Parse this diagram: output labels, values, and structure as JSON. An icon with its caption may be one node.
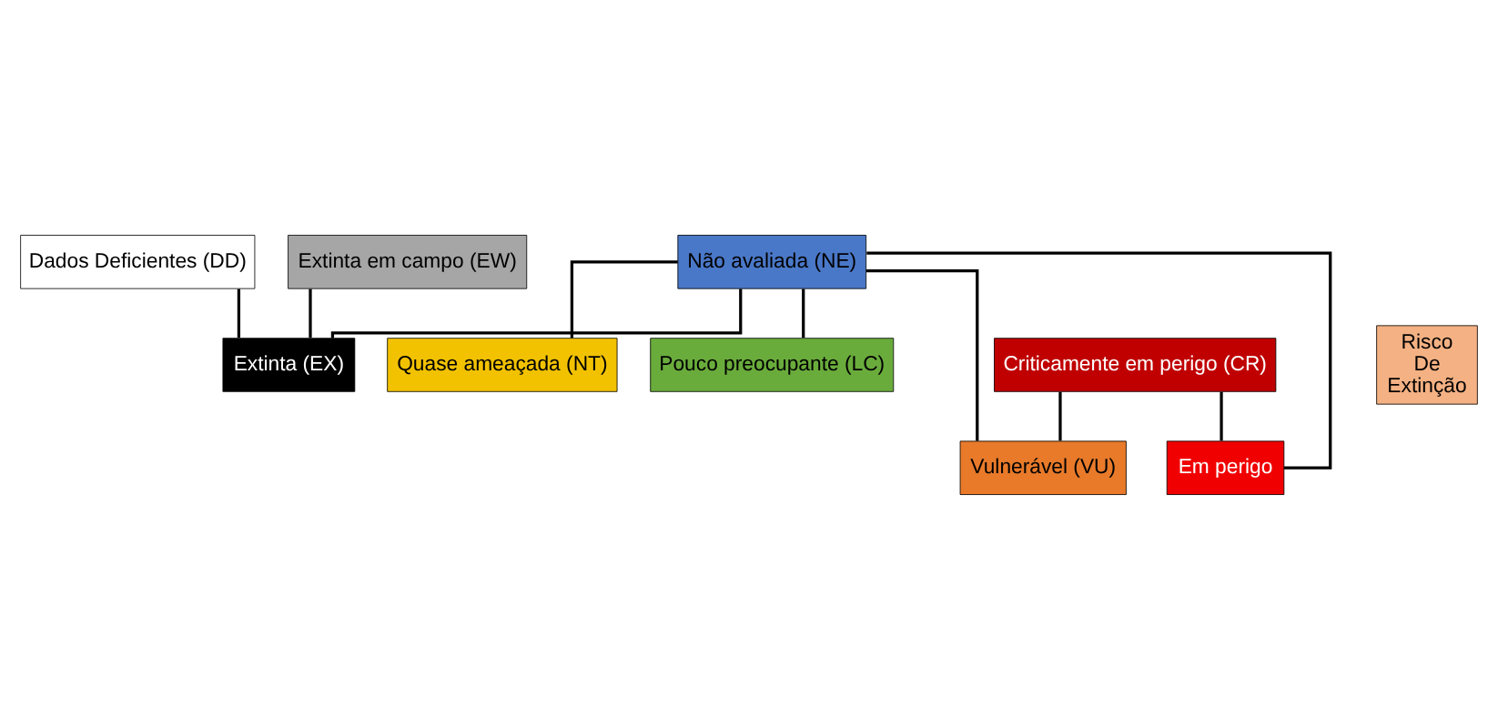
{
  "diagram": {
    "nodes": [
      {
        "text": [
          "Não avaliada (NE)"
        ]
      },
      {
        "text": [
          "Dados Deficientes (DD)"
        ]
      },
      {
        "text": [
          "Extinta em campo (EW)"
        ]
      },
      {
        "text": [
          "Quase ameaçada (NT)"
        ]
      },
      {
        "text": [
          "Extinta (EX)"
        ]
      },
      {
        "text": [
          "Pouco preocupante (LC)"
        ]
      },
      {
        "text": [
          "Criticamente em perigo (CR)"
        ]
      },
      {
        "text": [
          "Vulnerável (VU)"
        ]
      },
      {
        "text": [
          "Em perigo"
        ]
      },
      {
        "text": [
          "Risco De Extinção"
        ]
      }
    ],
    "edges": [
      {
        "from": 1,
        "to": 4,
        "arrow": "none"
      },
      {
        "from": 2,
        "to": 4,
        "arrow": "none"
      },
      {
        "from": 0,
        "to": 4,
        "arrow": "none"
      },
      {
        "from": 0,
        "to": 3,
        "arrow": "none"
      },
      {
        "from": 0,
        "to": 5,
        "arrow": "none"
      },
      {
        "from": 0,
        "to": 7,
        "arrow": "none"
      },
      {
        "from": 0,
        "to": 8,
        "arrow": "none"
      },
      {
        "from": 6,
        "to": 7,
        "arrow": "none"
      },
      {
        "from": 6,
        "to": 8,
        "arrow": "none"
      }
    ]
  }
}
